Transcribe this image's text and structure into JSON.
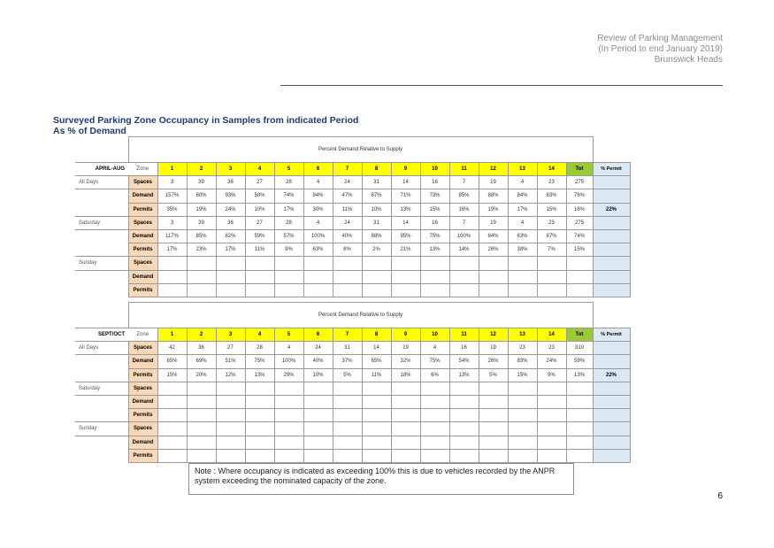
{
  "header": {
    "line1": "Review of Parking Management",
    "line2": "(In Period to end January 2019)",
    "line3": "Brunswick Heads"
  },
  "title": {
    "line1": "Surveyed Parking Zone Occupancy in Samples from indicated Period",
    "line2": "As % of Demand"
  },
  "tables": [
    {
      "caption": "Percent Demand Relative to Supply",
      "period": "APRIL-AUG",
      "zone_label": "Zone",
      "zones": [
        "1",
        "2",
        "3",
        "4",
        "5",
        "6",
        "7",
        "8",
        "9",
        "10",
        "11",
        "12",
        "13",
        "14"
      ],
      "tot_label": "Tot",
      "permit_label": "% Permit",
      "groups": [
        {
          "day": "All Days",
          "rows": [
            {
              "label": "Spaces",
              "values": [
                "3",
                "39",
                "36",
                "27",
                "28",
                "4",
                "24",
                "31",
                "14",
                "16",
                "7",
                "19",
                "4",
                "23",
                "275"
              ],
              "permit": ""
            },
            {
              "label": "Demand",
              "values": [
                "157%",
                "80%",
                "93%",
                "58%",
                "74%",
                "94%",
                "47%",
                "87%",
                "71%",
                "73%",
                "85%",
                "88%",
                "84%",
                "83%",
                "76%"
              ],
              "permit": ""
            },
            {
              "label": "Permits",
              "values": [
                "35%",
                "19%",
                "24%",
                "10%",
                "17%",
                "30%",
                "11%",
                "10%",
                "13%",
                "15%",
                "16%",
                "19%",
                "17%",
                "15%",
                "16%"
              ],
              "permit": "22%"
            }
          ]
        },
        {
          "day": "Saturday",
          "rows": [
            {
              "label": "Spaces",
              "values": [
                "3",
                "39",
                "36",
                "27",
                "28",
                "4",
                "24",
                "31",
                "14",
                "16",
                "7",
                "19",
                "4",
                "23",
                "275"
              ],
              "permit": ""
            },
            {
              "label": "Demand",
              "values": [
                "117%",
                "85%",
                "82%",
                "59%",
                "57%",
                "100%",
                "40%",
                "88%",
                "95%",
                "75%",
                "100%",
                "84%",
                "63%",
                "87%",
                "74%"
              ],
              "permit": ""
            },
            {
              "label": "Permits",
              "values": [
                "17%",
                "23%",
                "17%",
                "11%",
                "9%",
                "63%",
                "8%",
                "2%",
                "21%",
                "13%",
                "14%",
                "26%",
                "38%",
                "7%",
                "15%"
              ],
              "permit": ""
            }
          ]
        },
        {
          "day": "Sunday",
          "rows": [
            {
              "label": "Spaces",
              "values": [
                "",
                "",
                "",
                "",
                "",
                "",
                "",
                "",
                "",
                "",
                "",
                "",
                "",
                "",
                ""
              ],
              "permit": ""
            },
            {
              "label": "Demand",
              "values": [
                "",
                "",
                "",
                "",
                "",
                "",
                "",
                "",
                "",
                "",
                "",
                "",
                "",
                "",
                ""
              ],
              "permit": ""
            },
            {
              "label": "Permits",
              "values": [
                "",
                "",
                "",
                "",
                "",
                "",
                "",
                "",
                "",
                "",
                "",
                "",
                "",
                "",
                ""
              ],
              "permit": ""
            }
          ]
        }
      ]
    },
    {
      "caption": "Percent Demand Relative to Supply",
      "period": "SEPT/OCT",
      "zone_label": "Zone",
      "zones": [
        "1",
        "2",
        "3",
        "4",
        "5",
        "6",
        "7",
        "8",
        "9",
        "10",
        "11",
        "12",
        "13",
        "14"
      ],
      "tot_label": "Tot",
      "permit_label": "% Permit",
      "groups": [
        {
          "day": "All Days",
          "rows": [
            {
              "label": "Spaces",
              "values": [
                "42",
                "36",
                "27",
                "28",
                "4",
                "24",
                "31",
                "14",
                "19",
                "4",
                "16",
                "19",
                "23",
                "23",
                "310"
              ],
              "permit": ""
            },
            {
              "label": "Demand",
              "values": [
                "65%",
                "69%",
                "51%",
                "75%",
                "100%",
                "40%",
                "37%",
                "65%",
                "32%",
                "75%",
                "54%",
                "26%",
                "83%",
                "24%",
                "59%"
              ],
              "permit": ""
            },
            {
              "label": "Permits",
              "values": [
                "15%",
                "20%",
                "12%",
                "13%",
                "29%",
                "10%",
                "5%",
                "11%",
                "18%",
                "6%",
                "13%",
                "5%",
                "15%",
                "9%",
                "13%"
              ],
              "permit": "22%"
            }
          ]
        },
        {
          "day": "Saturday",
          "rows": [
            {
              "label": "Spaces",
              "values": [
                "",
                "",
                "",
                "",
                "",
                "",
                "",
                "",
                "",
                "",
                "",
                "",
                "",
                "",
                ""
              ],
              "permit": ""
            },
            {
              "label": "Demand",
              "values": [
                "",
                "",
                "",
                "",
                "",
                "",
                "",
                "",
                "",
                "",
                "",
                "",
                "",
                "",
                ""
              ],
              "permit": ""
            },
            {
              "label": "Permits",
              "values": [
                "",
                "",
                "",
                "",
                "",
                "",
                "",
                "",
                "",
                "",
                "",
                "",
                "",
                "",
                ""
              ],
              "permit": ""
            }
          ]
        },
        {
          "day": "Sunday",
          "rows": [
            {
              "label": "Spaces",
              "values": [
                "",
                "",
                "",
                "",
                "",
                "",
                "",
                "",
                "",
                "",
                "",
                "",
                "",
                "",
                ""
              ],
              "permit": ""
            },
            {
              "label": "Demand",
              "values": [
                "",
                "",
                "",
                "",
                "",
                "",
                "",
                "",
                "",
                "",
                "",
                "",
                "",
                "",
                ""
              ],
              "permit": ""
            },
            {
              "label": "Permits",
              "values": [
                "",
                "",
                "",
                "",
                "",
                "",
                "",
                "",
                "",
                "",
                "",
                "",
                "",
                "",
                ""
              ],
              "permit": ""
            }
          ]
        }
      ]
    }
  ],
  "note": "Note : Where occupancy is indicated as exceeding 100% this is due to vehicles recorded by the ANPR system exceeding the nominated capacity of the zone.",
  "page_number": "6",
  "colors": {
    "zone_header": "#ffff00",
    "total_header": "#99cc33",
    "permit_column": "#dbe9f4",
    "row_label": "#f9d8b8",
    "title": "#1f3b75"
  }
}
